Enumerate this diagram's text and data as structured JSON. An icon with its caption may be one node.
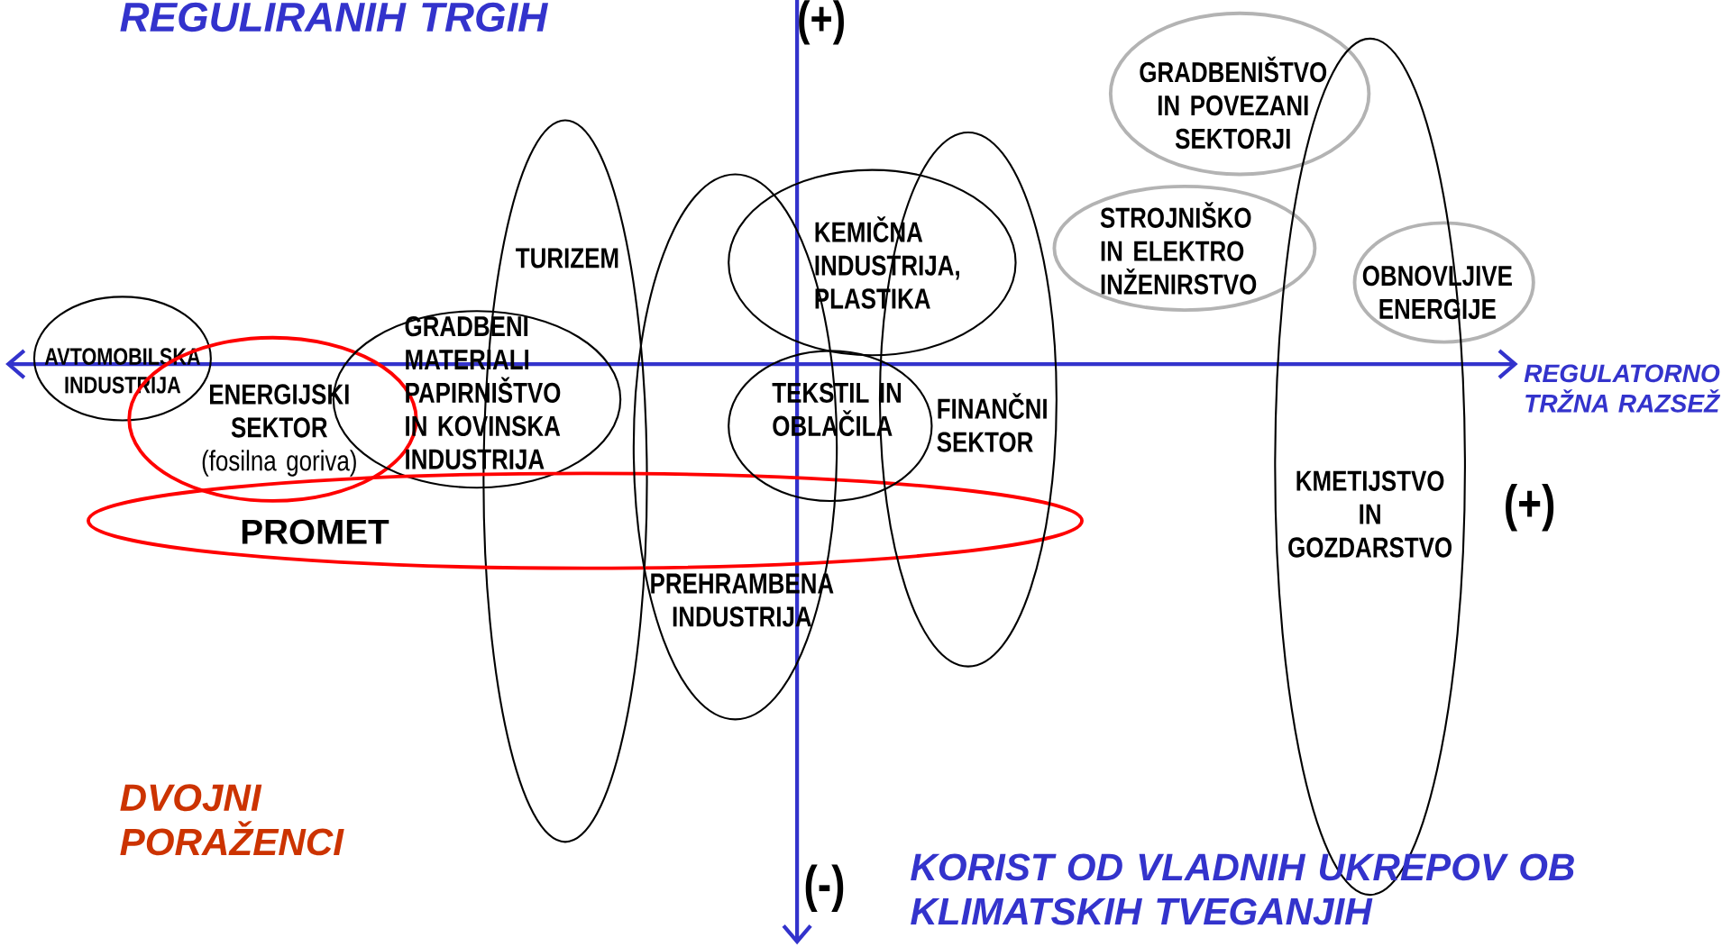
{
  "diagram": {
    "nodes": [
      {
        "text": [
          "AVTOMOBILSKA INDUSTRIJA"
        ]
      },
      {
        "text": [
          "ENERGIJSKI SEKTOR",
          "(fosilna goriva)"
        ]
      },
      {
        "text": [
          "GRADBENI MATERIALI PAPIRNIŠTVO IN KOVINSKA INDUSTRIJA"
        ]
      },
      {
        "text": [
          "TURIZEM"
        ]
      },
      {
        "text": [
          "PROMET"
        ]
      },
      {
        "text": [
          "PREHRAMBENA INDUSTRIJA"
        ]
      },
      {
        "text": [
          "KEMIČNA INDUSTRIJA, PLASTIKA"
        ]
      },
      {
        "text": [
          "TEKSTIL IN OBLAČILA"
        ]
      },
      {
        "text": [
          "FINANČNI SEKTOR"
        ]
      },
      {
        "text": [
          "GRADBENIŠTVO IN POVEZANI SEKTORJI"
        ]
      },
      {
        "text": [
          "STROJNIŠKO IN ELEKTRO INŽENIRSTVO"
        ]
      },
      {
        "text": [
          "OBNOVLJIVE ENERGIJE"
        ]
      },
      {
        "text": [
          "KMETIJSTVO IN GOZDARSTVO"
        ]
      }
    ],
    "edges": [],
    "labels": [
      "REGULIRANIH TRGIH",
      "(+)",
      "REGULATORNO TRŽNA RAZSEŽ",
      "(+)",
      "DVOJNI PORAŽENCI",
      "(-)",
      "KORIST OD VLADNIH UKREPOV OB KLIMATSKIH TVEGANJIH"
    ]
  }
}
